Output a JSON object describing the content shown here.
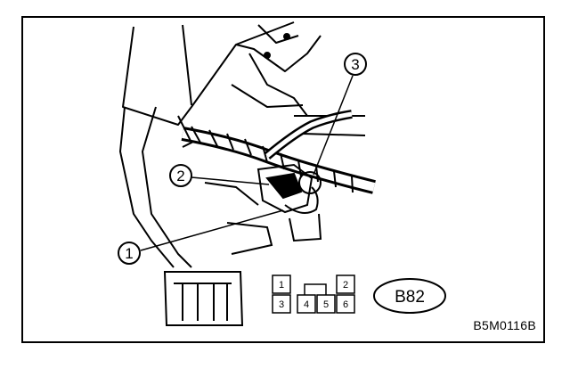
{
  "figure": {
    "figure_code": "B5M0116B",
    "callouts": [
      {
        "num": "1"
      },
      {
        "num": "2"
      },
      {
        "num": "3"
      }
    ],
    "connector": {
      "label": "B82",
      "pins": [
        "1",
        "2",
        "3",
        "4",
        "5",
        "6"
      ]
    }
  }
}
